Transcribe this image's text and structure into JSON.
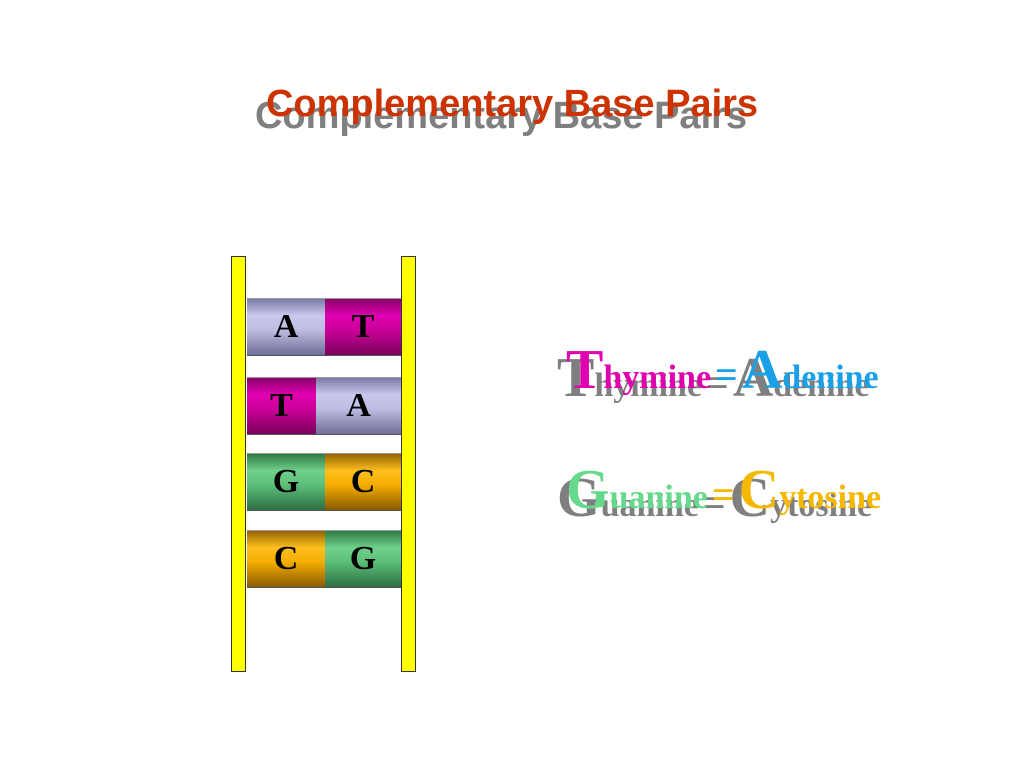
{
  "title": "Complementary Base Pairs",
  "ladder": {
    "rungs": [
      {
        "left": "A",
        "right": "T"
      },
      {
        "left": "T",
        "right": "A"
      },
      {
        "left": "G",
        "right": "C"
      },
      {
        "left": "C",
        "right": "G"
      }
    ]
  },
  "pairs": [
    {
      "left_initial": "T",
      "left_rest": "hymine",
      "equals": "=",
      "right_initial": "A",
      "right_rest": "denine"
    },
    {
      "left_initial": "G",
      "left_rest": "uanine",
      "equals": "=",
      "right_initial": "C",
      "right_rest": "ytosine"
    }
  ],
  "colors": {
    "title": "#cc3300",
    "rail": "#ffff00",
    "adenine": "#bdbde3",
    "thymine": "#cc0099",
    "guanine": "#5cbf7a",
    "cytosine": "#f5ad00",
    "shadow": "#7f7f7f"
  }
}
